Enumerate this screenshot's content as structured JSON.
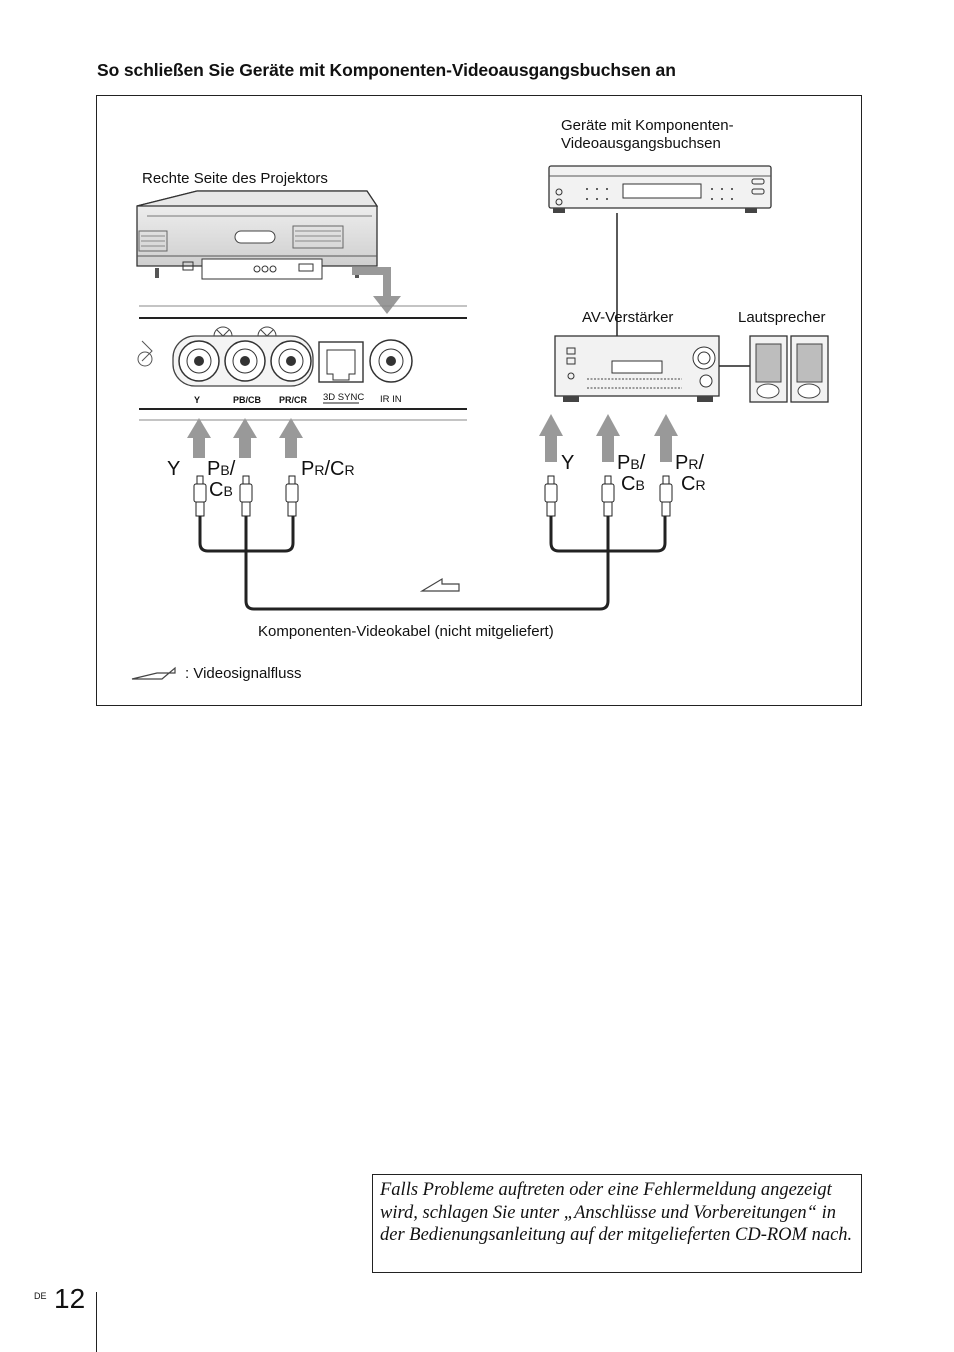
{
  "heading": "So schließen Sie Geräte mit Komponenten-Videoausgangsbuchsen an",
  "figure": {
    "projector_label": "Rechte Seite des Projektors",
    "source_label_line1": "Geräte mit Komponenten-",
    "source_label_line2": "Videoausgangsbuchsen",
    "amp_label": "AV-Verstärker",
    "speaker_label": "Lautsprecher",
    "ports": {
      "y": "Y",
      "pb_cb": "PB/CB",
      "pr_cr": "PR/CR",
      "sync": "3D SYNC",
      "ir": "IR IN"
    },
    "left_signals": {
      "y": "Y",
      "pb_main": "P",
      "pb_sub": "B",
      "pb_slash": "/",
      "cb_main": "C",
      "cb_sub": "B",
      "pr_main": "P",
      "pr_sub": "R",
      "pr_slash": "/",
      "cr_main": "C",
      "cr_sub": "R"
    },
    "right_signals": {
      "y": "Y",
      "pb_main": "P",
      "pb_sub": "B",
      "pb_slash": "/",
      "cb_main": "C",
      "cb_sub": "B",
      "pr_main": "P",
      "pr_sub": "R",
      "pr_slash": "/",
      "cr_main": "C",
      "cr_sub": "R"
    },
    "cable_label": "Komponenten-Videokabel (nicht mitgeliefert)",
    "legend_label": ": Videosignalfluss"
  },
  "note": "Falls Probleme auftreten oder eine Fehlermeldung angezeigt wird, schlagen Sie unter „Anschlüsse und Vorbereitungen“ in der Bedienungsanleitung auf der mitgelieferten CD-ROM nach.",
  "footer": {
    "lang": "DE",
    "page": "12"
  }
}
